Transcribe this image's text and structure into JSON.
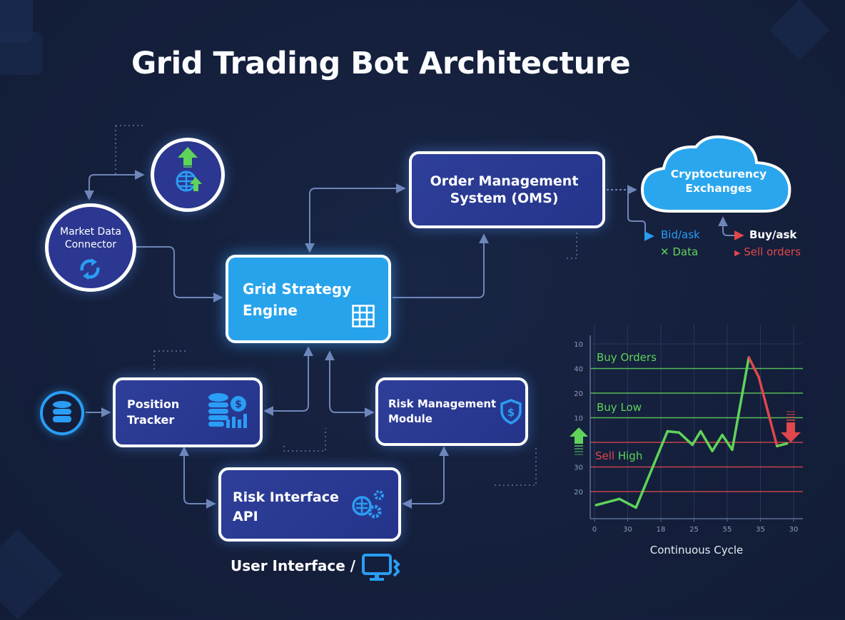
{
  "title": "Grid Trading Bot Architecture",
  "colors": {
    "background": "#141f3b",
    "node_dark": "#2b3a94",
    "node_light": "#27a3ec",
    "connector": "#6f86b8",
    "icon_blue": "#2a9df4",
    "green": "#5fd35a",
    "red": "#e2474b"
  },
  "nodes": {
    "market_data": {
      "label": "Market Data Connector",
      "icon": "refresh-icon"
    },
    "global_feed": {
      "icon": "globe-upload-icon"
    },
    "oms": {
      "label": "Order Management System (OMS)"
    },
    "exchanges": {
      "label": "Cryptocturency Exchanges",
      "icon": "cloud-icon"
    },
    "grid_engine": {
      "label_line1": "Grid Strategy",
      "label_line2": "Engine",
      "icon": "grid-icon"
    },
    "database": {
      "icon": "database-icon"
    },
    "position_tracker": {
      "label_line1": "Position",
      "label_line2": "Tracker",
      "icon": "coins-chart-icon"
    },
    "risk_module": {
      "label_line1": "Risk Management",
      "label_line2": "Module",
      "icon": "shield-dollar-icon"
    },
    "risk_api": {
      "label_line1": "Risk Interface",
      "label_line2": "API",
      "icon": "api-gears-icon"
    },
    "user_interface": {
      "label": "User Interface /",
      "icon": "monitor-gear-icon"
    }
  },
  "exchange_legend": {
    "bid_ask": "Bid/ask",
    "data": "Data",
    "buy_ask": "Buy/ask",
    "sell_orders": "Sell orders"
  },
  "chart_data": {
    "type": "line",
    "title": "",
    "xlabel": "Continuous Cycle",
    "ylabel": "",
    "x_tick_labels": [
      "0",
      "30",
      "18",
      "25",
      "55",
      "35",
      "30"
    ],
    "y_tick_labels_top_to_bottom": [
      "10",
      "40",
      "20",
      "10",
      "",
      "30",
      "20"
    ],
    "grid": true,
    "bands": [
      {
        "label": "Buy Orders",
        "color": "#5fd35a"
      },
      {
        "label": "Buy Low",
        "color": "#5fd35a"
      },
      {
        "label": "Sell High",
        "label_parts": [
          "Sell",
          "High"
        ],
        "color": "#e2474b"
      }
    ],
    "horizontal_lines": [
      {
        "level_index": 1,
        "color": "#5fd35a"
      },
      {
        "level_index": 2,
        "color": "#5fd35a"
      },
      {
        "level_index": 3,
        "color": "#5fd35a"
      },
      {
        "level_index": 4,
        "color": "#e2474b"
      },
      {
        "level_index": 5,
        "color": "#e2474b"
      },
      {
        "level_index": 6,
        "color": "#e2474b"
      }
    ],
    "series": [
      {
        "name": "price",
        "note": "y in tick-index units from top (0 = top tick '10', 6 = bottom tick '20'); x in tick-index units (0..6)",
        "points": [
          {
            "x": 0.05,
            "y": 6.55,
            "color": "#5fd35a"
          },
          {
            "x": 0.75,
            "y": 6.3,
            "color": "#5fd35a"
          },
          {
            "x": 1.25,
            "y": 6.65,
            "color": "#5fd35a"
          },
          {
            "x": 2.2,
            "y": 3.55,
            "color": "#5fd35a"
          },
          {
            "x": 2.55,
            "y": 3.6,
            "color": "#5fd35a"
          },
          {
            "x": 2.95,
            "y": 4.1,
            "color": "#5fd35a"
          },
          {
            "x": 3.2,
            "y": 3.55,
            "color": "#5fd35a"
          },
          {
            "x": 3.55,
            "y": 4.35,
            "color": "#5fd35a"
          },
          {
            "x": 3.85,
            "y": 3.7,
            "color": "#5fd35a"
          },
          {
            "x": 4.15,
            "y": 4.3,
            "color": "#5fd35a"
          },
          {
            "x": 4.65,
            "y": 0.55,
            "color": "#5fd35a"
          },
          {
            "x": 4.95,
            "y": 1.35,
            "color": "#e2474b"
          },
          {
            "x": 5.5,
            "y": 4.15,
            "color": "#e2474b"
          },
          {
            "x": 5.8,
            "y": 4.05,
            "color": "#5fd35a"
          }
        ]
      }
    ],
    "markers": [
      {
        "type": "arrow-up",
        "color": "#5fd35a",
        "position": "left"
      },
      {
        "type": "arrow-down",
        "color": "#e2474b",
        "position": "right"
      }
    ]
  }
}
